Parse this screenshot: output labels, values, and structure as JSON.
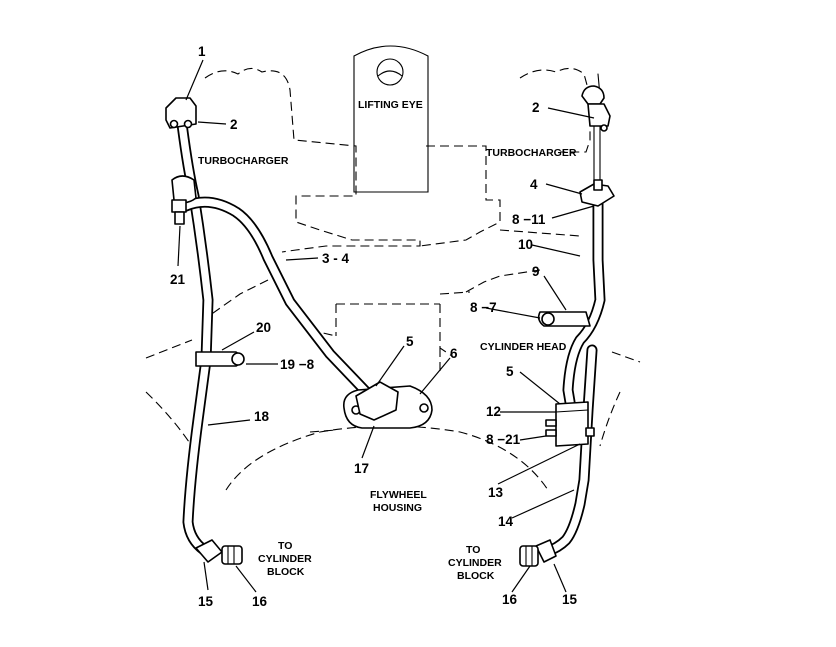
{
  "labels": {
    "lifting_eye": "LIFTING EYE",
    "turbo_left": "TURBOCHARGER",
    "turbo_right": "TURBOCHARGER",
    "cylinder_head": "CYLINDER HEAD",
    "flywheel_1": "FLYWHEEL",
    "flywheel_2": "HOUSING",
    "to_left_1": "TO",
    "to_left_2": "CYLINDER",
    "to_left_3": "BLOCK",
    "to_right_1": "TO",
    "to_right_2": "CYLINDER",
    "to_right_3": "BLOCK"
  },
  "callouts": {
    "c1": "1",
    "c2_left": "2",
    "c2_right": "2",
    "c3_4": "3 - 4",
    "c4": "4",
    "c5_left": "5",
    "c5_right": "5",
    "c6": "6",
    "c8_7": "8 −7",
    "c8_11": "8 −11",
    "c8_21": "8 −21",
    "c9": "9",
    "c10": "10",
    "c12": "12",
    "c13": "13",
    "c14": "14",
    "c15_left": "15",
    "c15_right": "15",
    "c16_left": "16",
    "c16_right": "16",
    "c17": "17",
    "c18": "18",
    "c19_8": "19 −8",
    "c20": "20",
    "c21": "21"
  }
}
